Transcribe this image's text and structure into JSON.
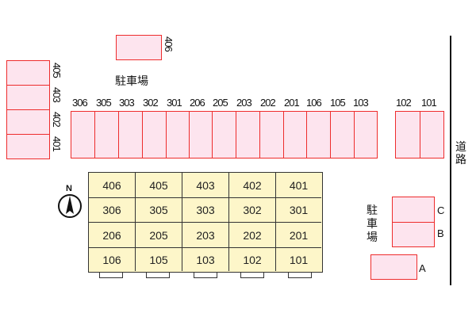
{
  "parking_labels": {
    "top_area": "駐車場",
    "right_area": "駐車場",
    "road": "道路"
  },
  "top_single_slot": "406",
  "left_column_slots": [
    "405",
    "403",
    "402",
    "401"
  ],
  "main_row_slots": [
    "306",
    "305",
    "303",
    "302",
    "301",
    "206",
    "205",
    "203",
    "202",
    "201",
    "106",
    "105",
    "103"
  ],
  "right_pair_slots": [
    "102",
    "101"
  ],
  "guest_slots": [
    "C",
    "B",
    "A"
  ],
  "compass": {
    "label": "N"
  },
  "building": {
    "rows": [
      [
        "406",
        "405",
        "403",
        "402",
        "401"
      ],
      [
        "306",
        "305",
        "303",
        "302",
        "301"
      ],
      [
        "206",
        "205",
        "203",
        "202",
        "201"
      ],
      [
        "106",
        "105",
        "103",
        "102",
        "101"
      ]
    ]
  },
  "colors": {
    "slot_fill": "#fde4ee",
    "slot_border": "#ee2c2c",
    "building_fill": "#fdf6c9"
  }
}
